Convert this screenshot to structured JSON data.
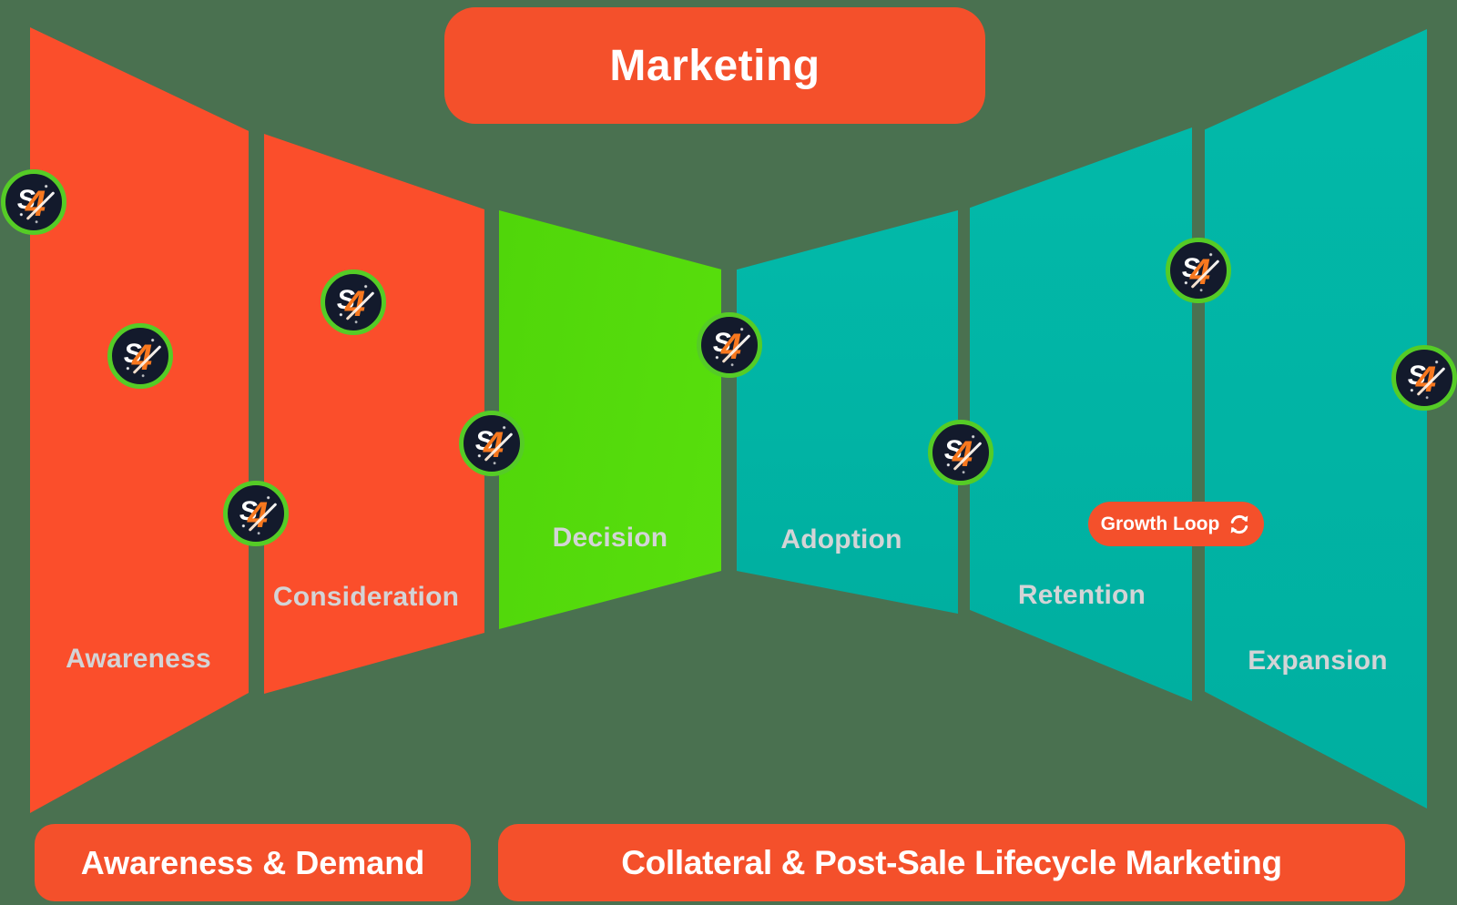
{
  "diagram": {
    "title_banner": {
      "label": "Marketing"
    },
    "stages": [
      {
        "label": "Awareness",
        "color": "#FB4E2B"
      },
      {
        "label": "Consideration",
        "color": "#FB4E2B"
      },
      {
        "label": "Decision",
        "color": "#55DB10"
      },
      {
        "label": "Adoption",
        "color": "#00B3A4"
      },
      {
        "label": "Retention",
        "color": "#00B3A4"
      },
      {
        "label": "Expansion",
        "color": "#00B3A4"
      }
    ],
    "growth_loop": {
      "label": "Growth Loop",
      "icon": "loop-arrows-icon"
    },
    "bottom_banners": [
      {
        "label": "Awareness & Demand"
      },
      {
        "label": "Collateral & Post-Sale Lifecycle Marketing"
      }
    ],
    "logo_badge": {
      "s": "S",
      "four": "4"
    },
    "colors": {
      "background": "#4A7150",
      "banner_orange": "#F4502B",
      "panel_orange": "#FB4E2B",
      "decision_green": "#55DB10",
      "teal": "#00B3A4",
      "stage_label_gray": "#D3D4D6",
      "badge_ring_green": "#55CC26",
      "badge_navy": "#131A2C",
      "logo_orange": "#F8781E"
    }
  }
}
